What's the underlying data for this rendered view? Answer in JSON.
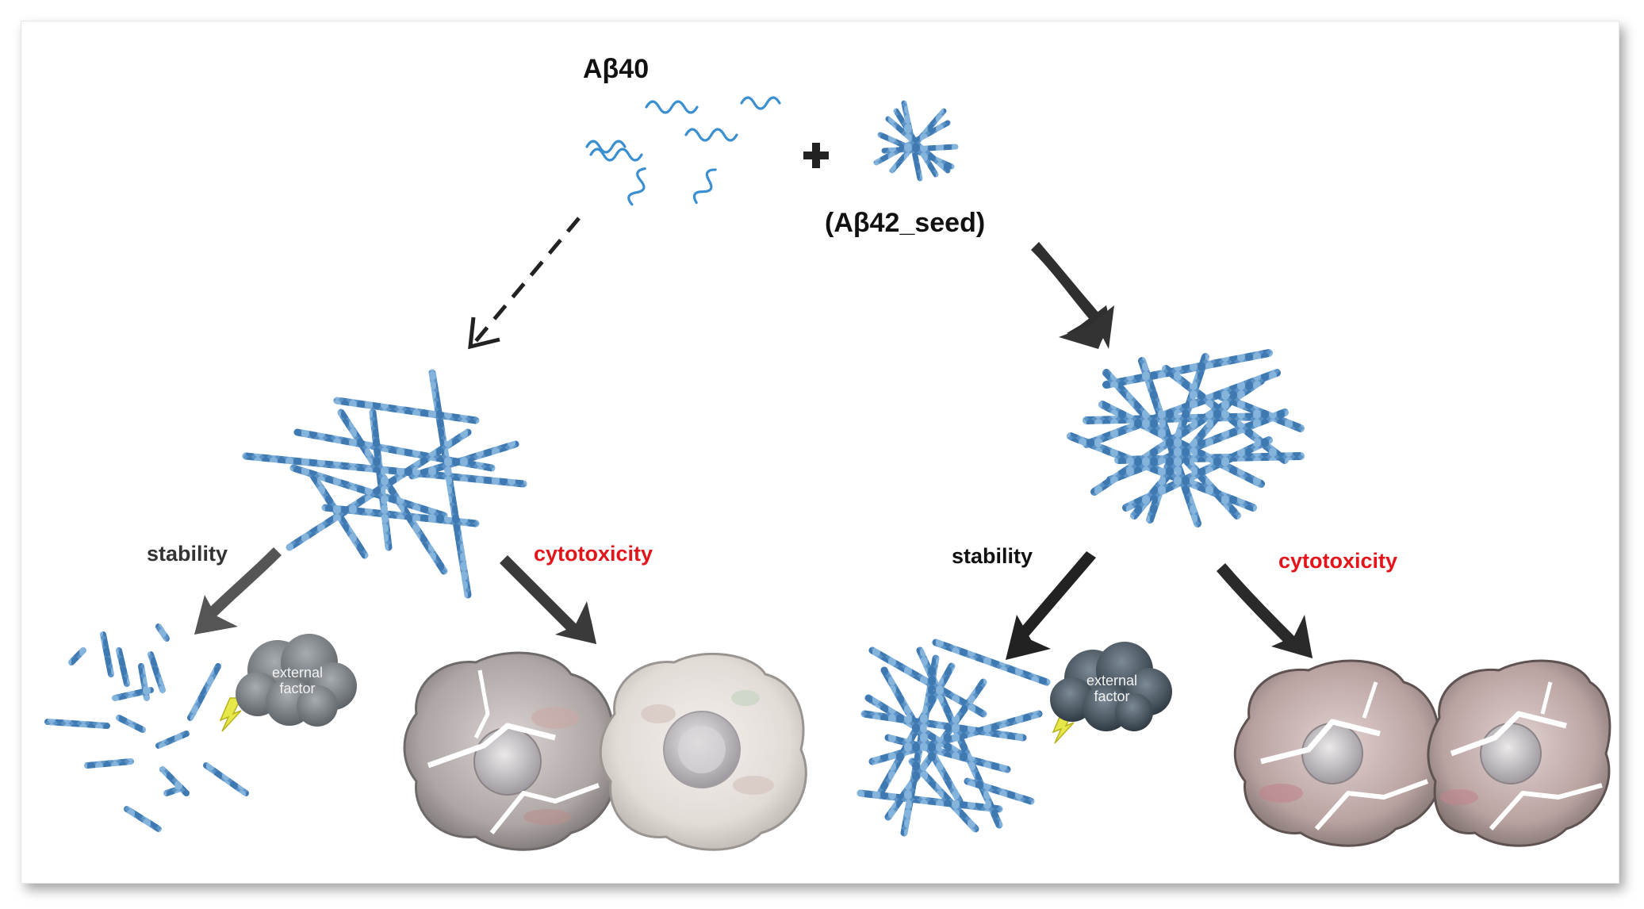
{
  "labels": {
    "ab40": "Aβ40",
    "ab42_seed": "(Aβ42_seed)",
    "plus": "+",
    "stability_left": "stability",
    "cytotoxicity_left": "cytotoxicity",
    "stability_right": "stability",
    "cytotoxicity_right": "cytotoxicity",
    "external_factor_left": "external factor",
    "external_factor_right": "external factor"
  },
  "colors": {
    "fibril": "#5b93c7",
    "fibril_dark": "#3f79b1",
    "monomer": "#3a8fd0",
    "arrow": "#333333",
    "cytotoxicity_text": "#e3151a",
    "cloud_left": "#7c8187",
    "cloud_right": "#475560",
    "cell_intact": "#e7e3df",
    "cell_damaged": "#c9b7b4"
  }
}
